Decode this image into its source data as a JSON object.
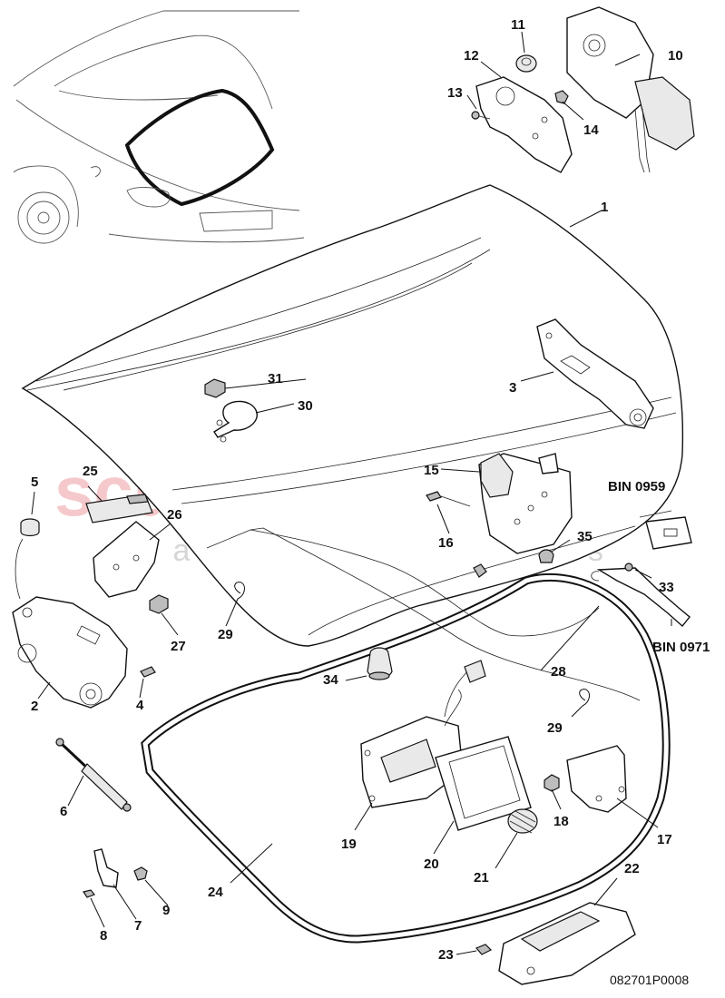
{
  "watermark": {
    "brand": "scuderia",
    "sub": "c a r p a r t s"
  },
  "document_number": "082701P0008",
  "bin_labels": [
    "BIN 0959",
    "BIN 0971"
  ],
  "callouts": [
    "1",
    "2",
    "3",
    "4",
    "5",
    "6",
    "7",
    "8",
    "9",
    "10",
    "11",
    "12",
    "13",
    "14",
    "15",
    "16",
    "17",
    "18",
    "19",
    "20",
    "21",
    "22",
    "23",
    "24",
    "25",
    "26",
    "27",
    "28",
    "29",
    "29",
    "30",
    "31",
    "33",
    "34",
    "35"
  ],
  "colors": {
    "watermark_red": "#f5c9cc",
    "watermark_checker": "#d9d9d9",
    "line": "#111111"
  }
}
